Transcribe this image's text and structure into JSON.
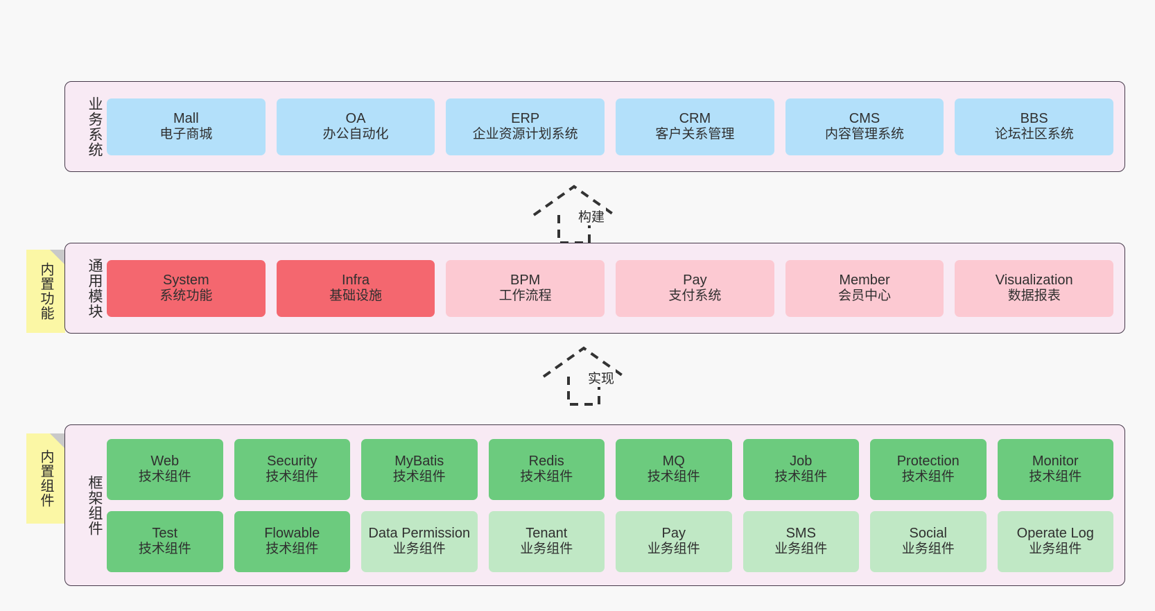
{
  "diagram": {
    "background": "#f8f8f8",
    "panel_bg": "#f8eaf4",
    "panel_border": "#46394a",
    "note_bg": "#fbf7a5",
    "colors": {
      "blue": "#b3e0fa",
      "red": "#f4676f",
      "pink": "#fcc9d2",
      "green": "#6ccb7e",
      "light_green": "#c0e8c5"
    }
  },
  "notes": {
    "builtin_features": "内置功能",
    "builtin_components": "内置组件"
  },
  "connectors": [
    {
      "label": "构建"
    },
    {
      "label": "实现"
    }
  ],
  "layers": [
    {
      "title": "业务系统",
      "rows": [
        [
          {
            "en": "Mall",
            "cn": "电子商城",
            "color": "blue"
          },
          {
            "en": "OA",
            "cn": "办公自动化",
            "color": "blue"
          },
          {
            "en": "ERP",
            "cn": "企业资源计划系统",
            "color": "blue"
          },
          {
            "en": "CRM",
            "cn": "客户关系管理",
            "color": "blue"
          },
          {
            "en": "CMS",
            "cn": "内容管理系统",
            "color": "blue"
          },
          {
            "en": "BBS",
            "cn": "论坛社区系统",
            "color": "blue"
          }
        ]
      ]
    },
    {
      "title": "通用模块",
      "rows": [
        [
          {
            "en": "System",
            "cn": "系统功能",
            "color": "red"
          },
          {
            "en": "Infra",
            "cn": "基础设施",
            "color": "red"
          },
          {
            "en": "BPM",
            "cn": "工作流程",
            "color": "pink"
          },
          {
            "en": "Pay",
            "cn": "支付系统",
            "color": "pink"
          },
          {
            "en": "Member",
            "cn": "会员中心",
            "color": "pink"
          },
          {
            "en": "Visualization",
            "cn": "数据报表",
            "color": "pink"
          }
        ]
      ]
    },
    {
      "title": "框架组件",
      "rows": [
        [
          {
            "en": "Web",
            "cn": "技术组件",
            "color": "green"
          },
          {
            "en": "Security",
            "cn": "技术组件",
            "color": "green"
          },
          {
            "en": "MyBatis",
            "cn": "技术组件",
            "color": "green"
          },
          {
            "en": "Redis",
            "cn": "技术组件",
            "color": "green"
          },
          {
            "en": "MQ",
            "cn": "技术组件",
            "color": "green"
          },
          {
            "en": "Job",
            "cn": "技术组件",
            "color": "green"
          },
          {
            "en": "Protection",
            "cn": "技术组件",
            "color": "green"
          },
          {
            "en": "Monitor",
            "cn": "技术组件",
            "color": "green"
          }
        ],
        [
          {
            "en": "Test",
            "cn": "技术组件",
            "color": "green"
          },
          {
            "en": "Flowable",
            "cn": "技术组件",
            "color": "green"
          },
          {
            "en": "Data Permission",
            "cn": "业务组件",
            "color": "light_green"
          },
          {
            "en": "Tenant",
            "cn": "业务组件",
            "color": "light_green"
          },
          {
            "en": "Pay",
            "cn": "业务组件",
            "color": "light_green"
          },
          {
            "en": "SMS",
            "cn": "业务组件",
            "color": "light_green"
          },
          {
            "en": "Social",
            "cn": "业务组件",
            "color": "light_green"
          },
          {
            "en": "Operate Log",
            "cn": "业务组件",
            "color": "light_green"
          }
        ]
      ]
    }
  ]
}
